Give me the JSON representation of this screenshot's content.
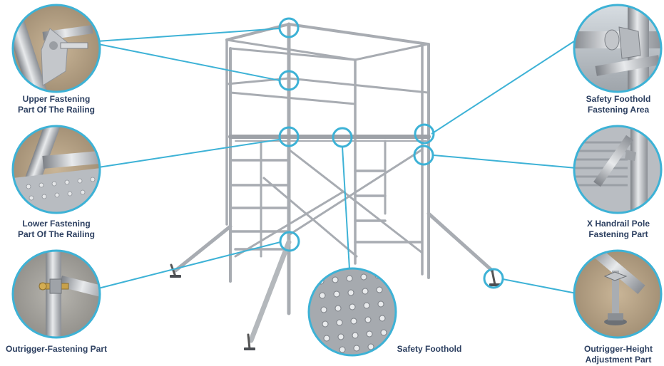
{
  "colors": {
    "accent": "#3db2d6",
    "label_text": "#2c3f60",
    "scaffold_metal": "#a8acb2"
  },
  "callouts": [
    {
      "id": "upper-fastening",
      "lines": [
        "Upper Fastening",
        "Part Of The Railing"
      ]
    },
    {
      "id": "lower-fastening",
      "lines": [
        "Lower Fastening",
        "Part Of The Railing"
      ]
    },
    {
      "id": "outrigger-fastening",
      "lines": [
        "Outrigger-Fastening Part"
      ]
    },
    {
      "id": "safety-foothold",
      "lines": [
        "Safety Foothold"
      ]
    },
    {
      "id": "safety-foothold-fastening",
      "lines": [
        "Safety Foothold",
        "Fastening Area"
      ]
    },
    {
      "id": "x-handrail",
      "lines": [
        "X Handrail Pole",
        "Fastening Part"
      ]
    },
    {
      "id": "outrigger-height",
      "lines": [
        "Outrigger-Height",
        "Adjustment Part"
      ]
    }
  ]
}
